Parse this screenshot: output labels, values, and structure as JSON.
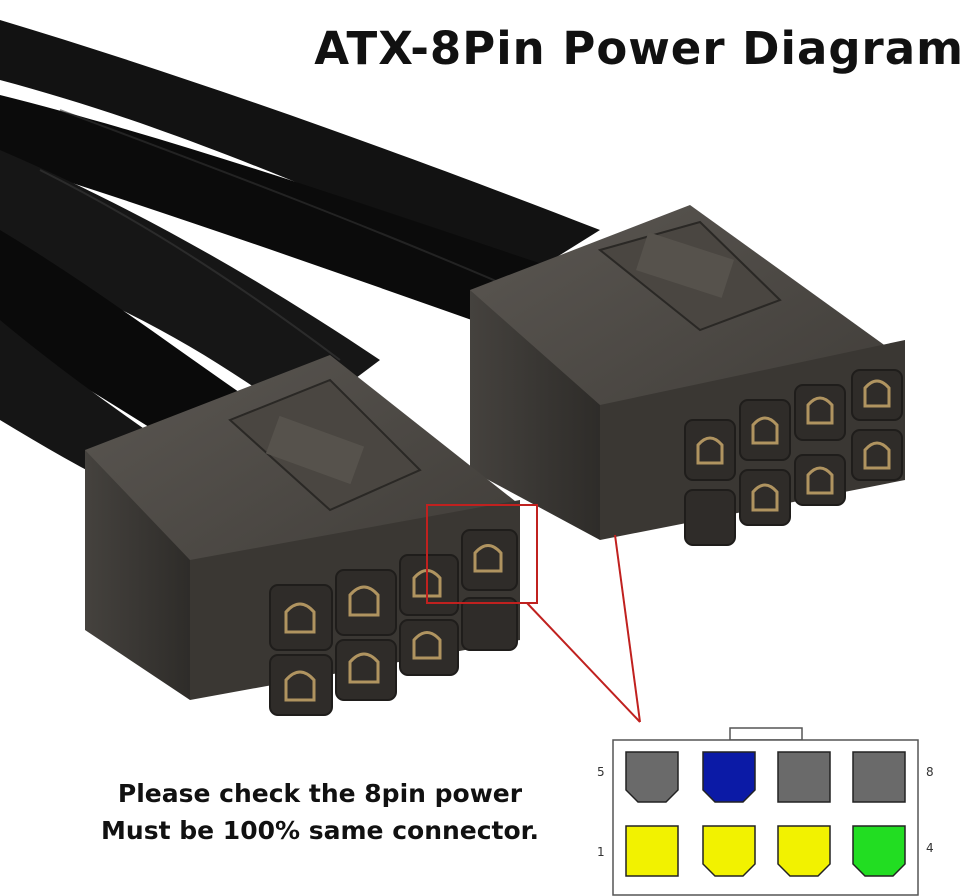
{
  "title": "ATX-8Pin Power Diagram",
  "caption": {
    "line1": "Please check the 8pin power",
    "line2": "Must be 100% same connector."
  },
  "pinout": {
    "labels": {
      "top_left": "5",
      "top_right": "8",
      "bottom_left": "1",
      "bottom_right": "4"
    },
    "top_row": [
      {
        "color": "#6a6a6a",
        "shape": "keyed"
      },
      {
        "color": "#0b1aa6",
        "shape": "keyed"
      },
      {
        "color": "#6a6a6a",
        "shape": "square"
      },
      {
        "color": "#6a6a6a",
        "shape": "square"
      }
    ],
    "bottom_row": [
      {
        "color": "#f2f200",
        "shape": "square"
      },
      {
        "color": "#f2f200",
        "shape": "keyed"
      },
      {
        "color": "#f2f200",
        "shape": "keyed"
      },
      {
        "color": "#22dd22",
        "shape": "keyed"
      }
    ]
  },
  "highlight_color": "#c0211f"
}
